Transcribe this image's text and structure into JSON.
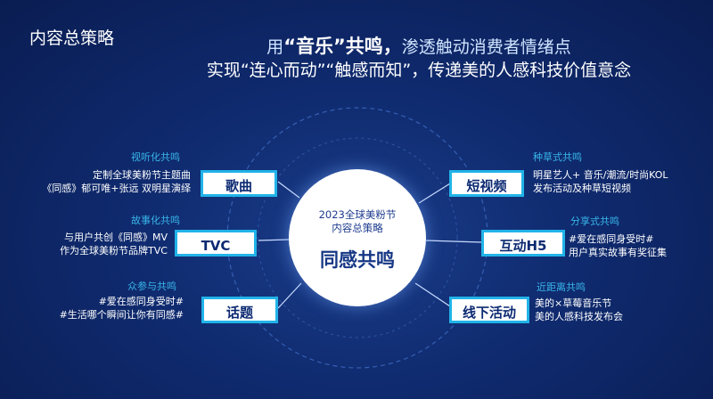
{
  "page_title": "内容总策略",
  "headline": {
    "line1_a": "用",
    "line1_b": "“音乐”共鸣，",
    "line1_c": "渗透触动消费者情绪点",
    "line2": "实现“连心而动”“触感而知”，传递美的人感科技价值意念"
  },
  "center": {
    "sub1": "2023全球美粉节",
    "sub2": "内容总策略",
    "main": "同感共鸣"
  },
  "left_items": [
    {
      "label": "视听化共鸣",
      "box": "歌曲",
      "desc": [
        "定制全球美粉节主题曲",
        "《同感》郁可唯+张远 双明星演绎"
      ]
    },
    {
      "label": "故事化共鸣",
      "box": "TVC",
      "desc": [
        "与用户共创《同感》MV",
        "作为全球美粉节品牌TVC"
      ]
    },
    {
      "label": "众参与共鸣",
      "box": "话题",
      "desc": [
        "#爱在感同身受时#",
        "#生活哪个瞬间让你有同感#"
      ]
    }
  ],
  "right_items": [
    {
      "label": "种草式共鸣",
      "box": "短视频",
      "desc": [
        "明星艺人+ 音乐/潮流/时尚KOL",
        "发布活动及种草短视频"
      ]
    },
    {
      "label": "分享式共鸣",
      "box": "互动H5",
      "desc": [
        "#爱在感同身受时#",
        "用户真实故事有奖征集"
      ]
    },
    {
      "label": "近距离共鸣",
      "box": "线下活动",
      "desc": [
        "美的×草莓音乐节",
        "美的人感科技发布会"
      ]
    }
  ],
  "colors": {
    "accent": "#35b8ea",
    "background": "#0f2a6e",
    "box_border": "#21b3e8"
  }
}
